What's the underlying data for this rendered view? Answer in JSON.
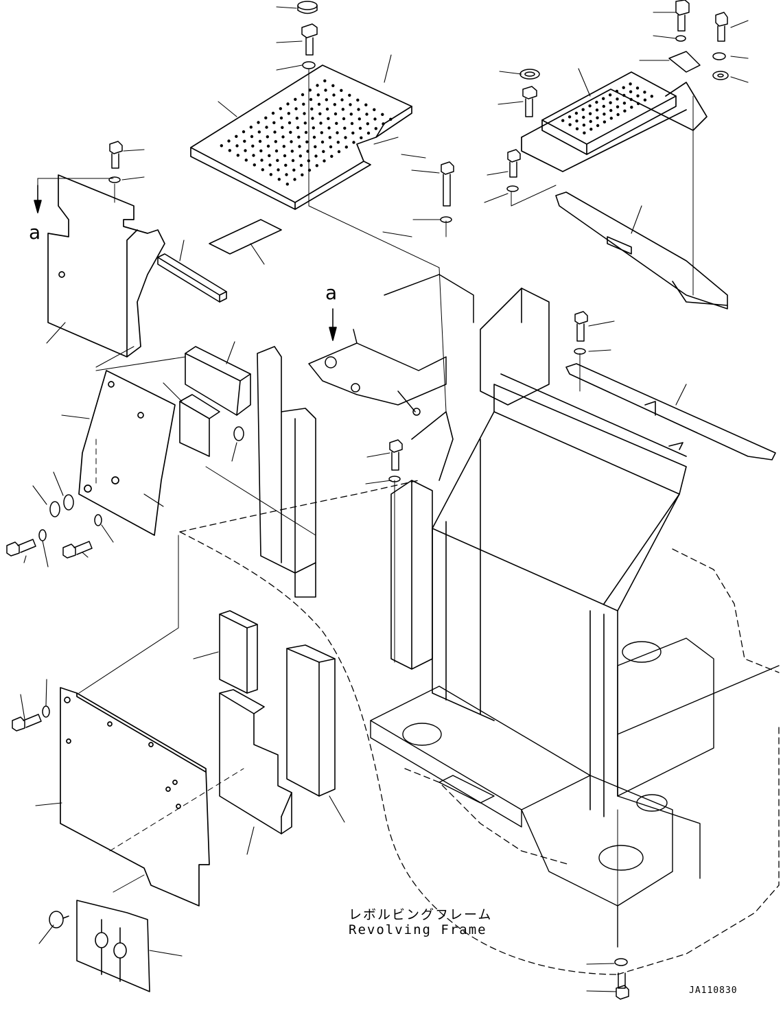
{
  "labels": {
    "frame_name_ja": "レボルビングフレーム",
    "frame_name_en": "Revolving Frame",
    "drawing_code": "JA110830",
    "view_marker_1": "a",
    "view_marker_2": "a"
  },
  "colors": {
    "line": "#000000",
    "paper": "#ffffff"
  }
}
